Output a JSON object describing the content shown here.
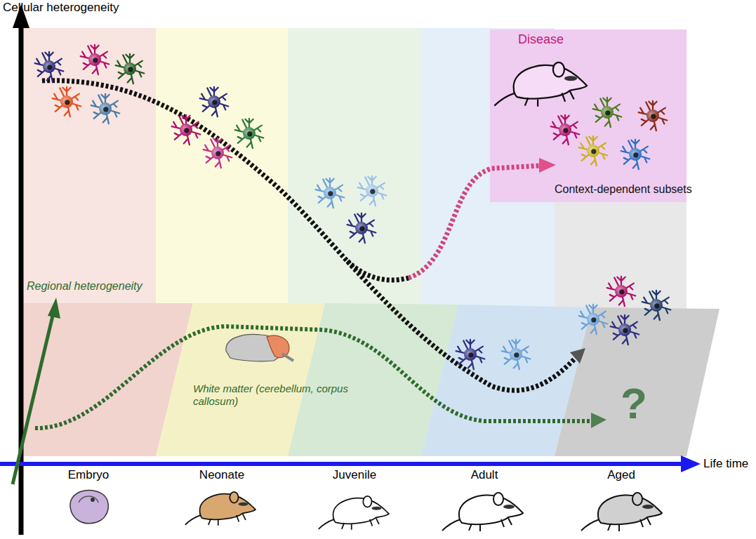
{
  "diagram": {
    "nodes": [
      {
        "text": [
          "Disease",
          "Context-dependent subsets"
        ]
      }
    ],
    "labels": [
      "Cellular heterogeneity",
      "Regional heterogeneity",
      "White matter (cerebellum, corpus callosum)",
      "Life time",
      "Embryo",
      "Neonate",
      "Juvenile",
      "Adult",
      "Aged",
      "?"
    ]
  }
}
